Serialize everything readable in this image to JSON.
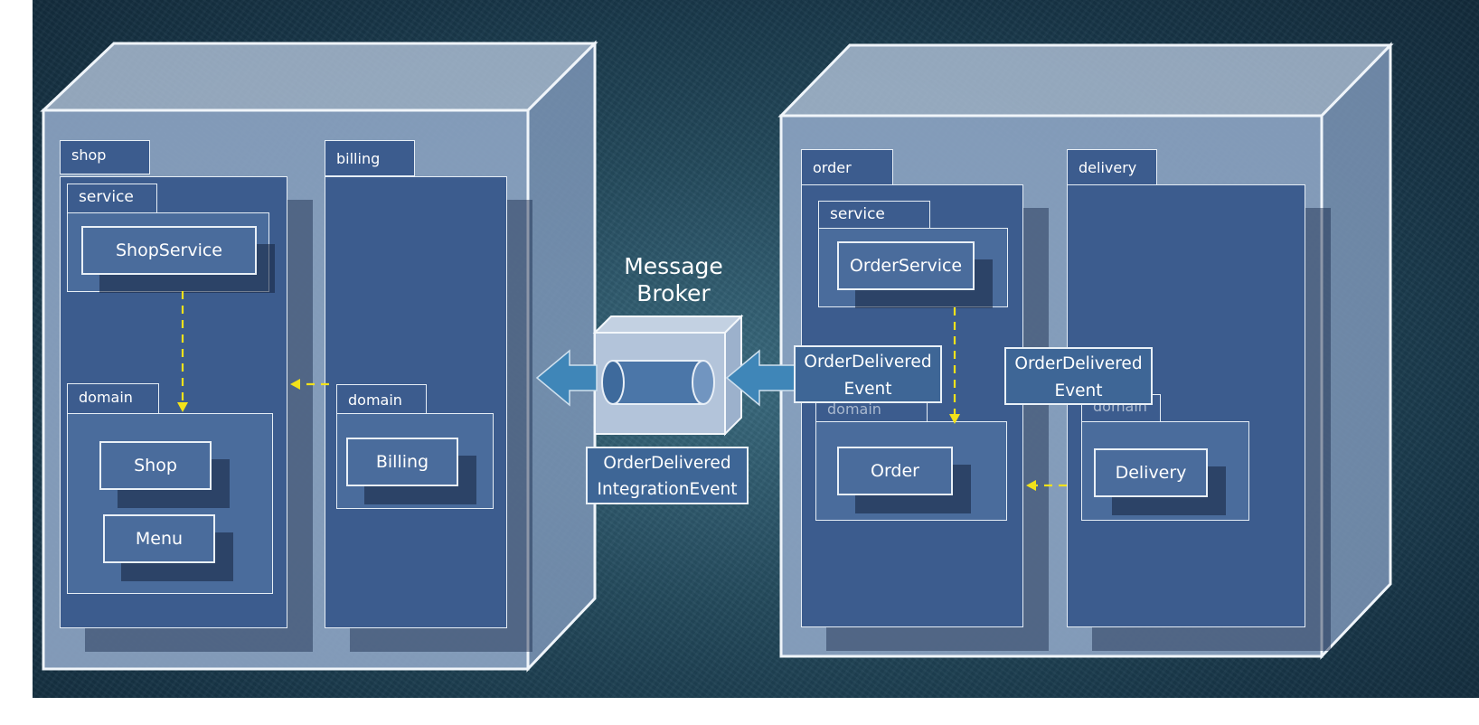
{
  "left_node": {
    "shop": {
      "tab": "shop",
      "service": {
        "tab": "service",
        "class": "ShopService"
      },
      "domain": {
        "tab": "domain",
        "classes": [
          "Shop",
          "Menu"
        ]
      }
    },
    "billing": {
      "tab": "billing",
      "domain": {
        "tab": "domain",
        "class": "Billing"
      }
    }
  },
  "broker": {
    "title_line1": "Message",
    "title_line2": "Broker",
    "integration_event_line1": "OrderDelivered",
    "integration_event_line2": "IntegrationEvent"
  },
  "right_node": {
    "order": {
      "tab": "order",
      "service": {
        "tab": "service",
        "class": "OrderService"
      },
      "domain": {
        "tab": "domain",
        "class": "Order"
      },
      "event_line1": "OrderDelivered",
      "event_line2": "Event"
    },
    "delivery": {
      "tab": "delivery",
      "domain": {
        "tab": "domain",
        "class": "Delivery"
      },
      "event_line1": "OrderDelivered",
      "event_line2": "Event"
    }
  },
  "colors": {
    "background": "#1d3e52",
    "package": "#3c5c8e",
    "class_box": "#4a6c9c",
    "node_face": "#8ea5c4",
    "dependency_arrow": "#f2e21a",
    "flow_arrow": "#3f86b8",
    "outline": "#e6eef6"
  }
}
